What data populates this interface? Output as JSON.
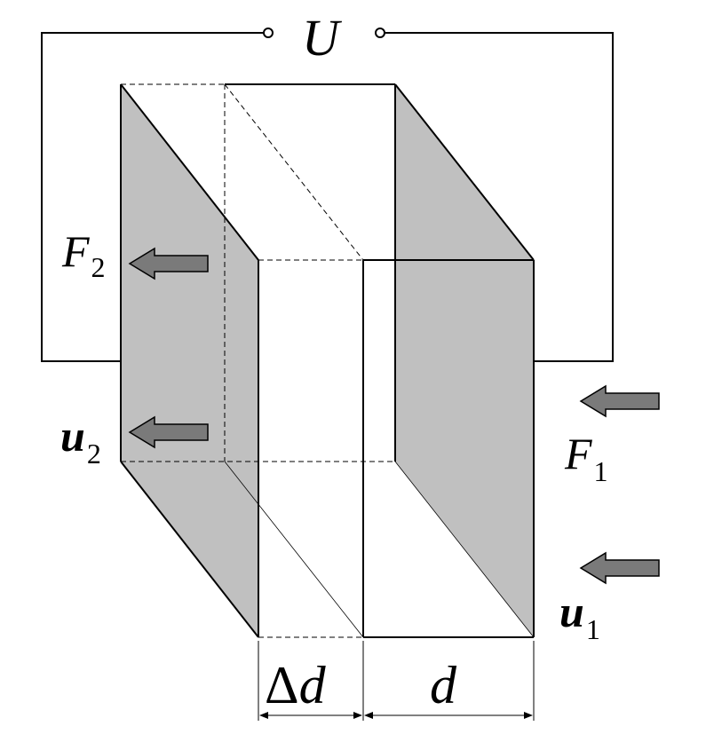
{
  "labels": {
    "voltage": "U",
    "force_left": "F",
    "force_left_sub": "2",
    "force_right": "F",
    "force_right_sub": "1",
    "disp_left": "u",
    "disp_left_sub": "2",
    "disp_right": "u",
    "disp_right_sub": "1",
    "gap_delta": "Δ",
    "gap_d_var": "d",
    "thickness": "d"
  },
  "colors": {
    "plate_fill": "#c0c0c0",
    "arrow_fill": "#7a7a7a",
    "stroke": "#000000"
  }
}
